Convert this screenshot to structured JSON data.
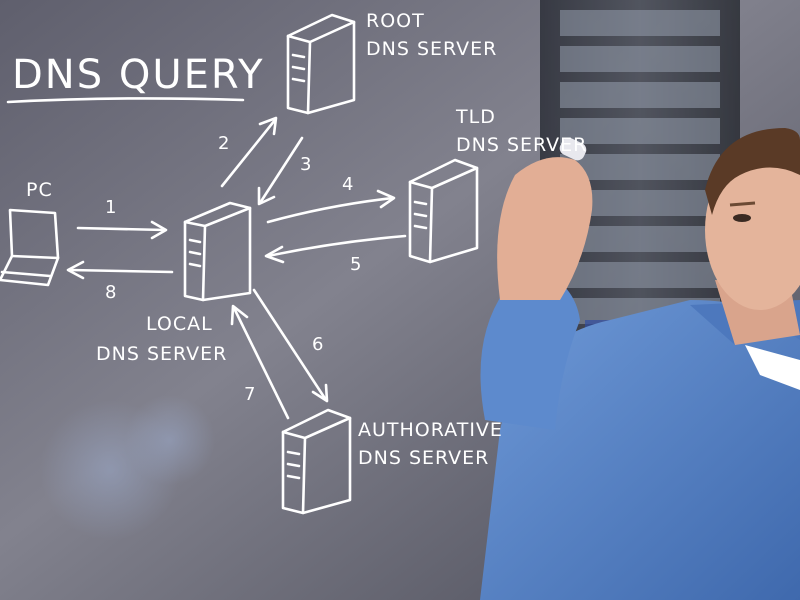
{
  "title": "DNS QUERY",
  "nodes": {
    "pc": {
      "label_1": "PC"
    },
    "local": {
      "label_1": "LOCAL",
      "label_2": "DNS SERVER"
    },
    "root": {
      "label_1": "ROOT",
      "label_2": "DNS SERVER"
    },
    "tld": {
      "label_1": "TLD",
      "label_2": "DNS SERVER"
    },
    "auth": {
      "label_1": "AUTHORATIVE",
      "label_2": "DNS SERVER"
    }
  },
  "steps": [
    "1",
    "2",
    "3",
    "4",
    "5",
    "6",
    "7",
    "8"
  ],
  "colors": {
    "chalk": "#ffffff",
    "backdrop": "#6e6e7a",
    "shirt": "#5a86c8"
  }
}
